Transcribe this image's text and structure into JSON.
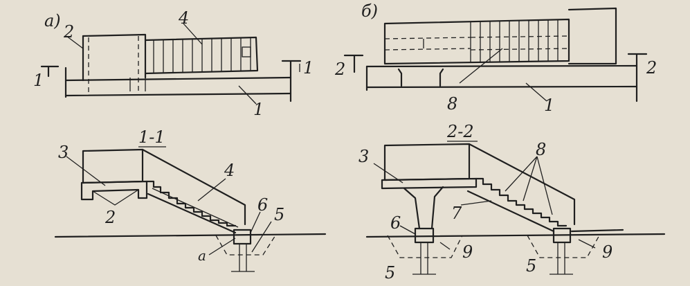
{
  "labels": {
    "view_a": "а)",
    "view_b": "б)",
    "section_1": "1-1",
    "section_2": "2-2",
    "cut_1": "1",
    "cut_2": "2",
    "part_1": "1",
    "part_2": "2",
    "part_3": "3",
    "part_4": "4",
    "part_5": "5",
    "part_6": "6",
    "part_7": "7",
    "part_8": "8",
    "part_9": "9",
    "part_a": "а"
  },
  "colors": {
    "paper": "#e6e0d3",
    "ink": "#1f1f1f"
  }
}
